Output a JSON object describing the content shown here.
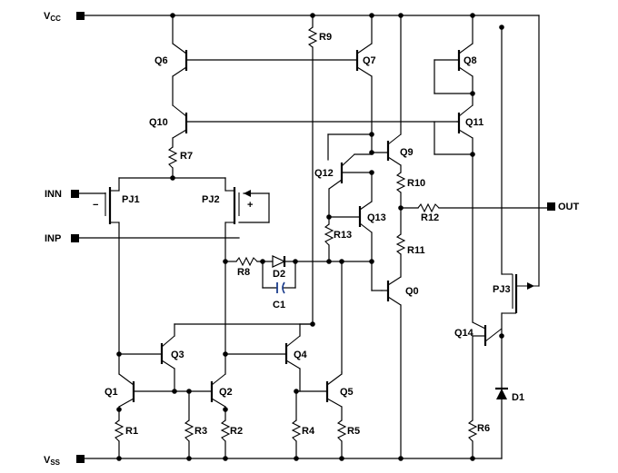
{
  "pins": {
    "vcc": {
      "main": "V",
      "sub": "CC"
    },
    "vss": {
      "main": "V",
      "sub": "SS"
    },
    "inn": "INN",
    "inp": "INP",
    "out": "OUT"
  },
  "signs": {
    "minus": "−",
    "plus": "+"
  },
  "transistors": [
    "Q1",
    "Q2",
    "Q3",
    "Q4",
    "Q5",
    "Q6",
    "Q7",
    "Q8",
    "Q9",
    "Q10",
    "Q11",
    "Q12",
    "Q13",
    "Q14",
    "Q0",
    "PJ1",
    "PJ2",
    "PJ3"
  ],
  "resistors": [
    "R1",
    "R2",
    "R3",
    "R4",
    "R5",
    "R6",
    "R7",
    "R8",
    "R9",
    "R10",
    "R11",
    "R12",
    "R13"
  ],
  "diodes": [
    "D1",
    "D2"
  ],
  "capacitors": [
    "C1"
  ]
}
